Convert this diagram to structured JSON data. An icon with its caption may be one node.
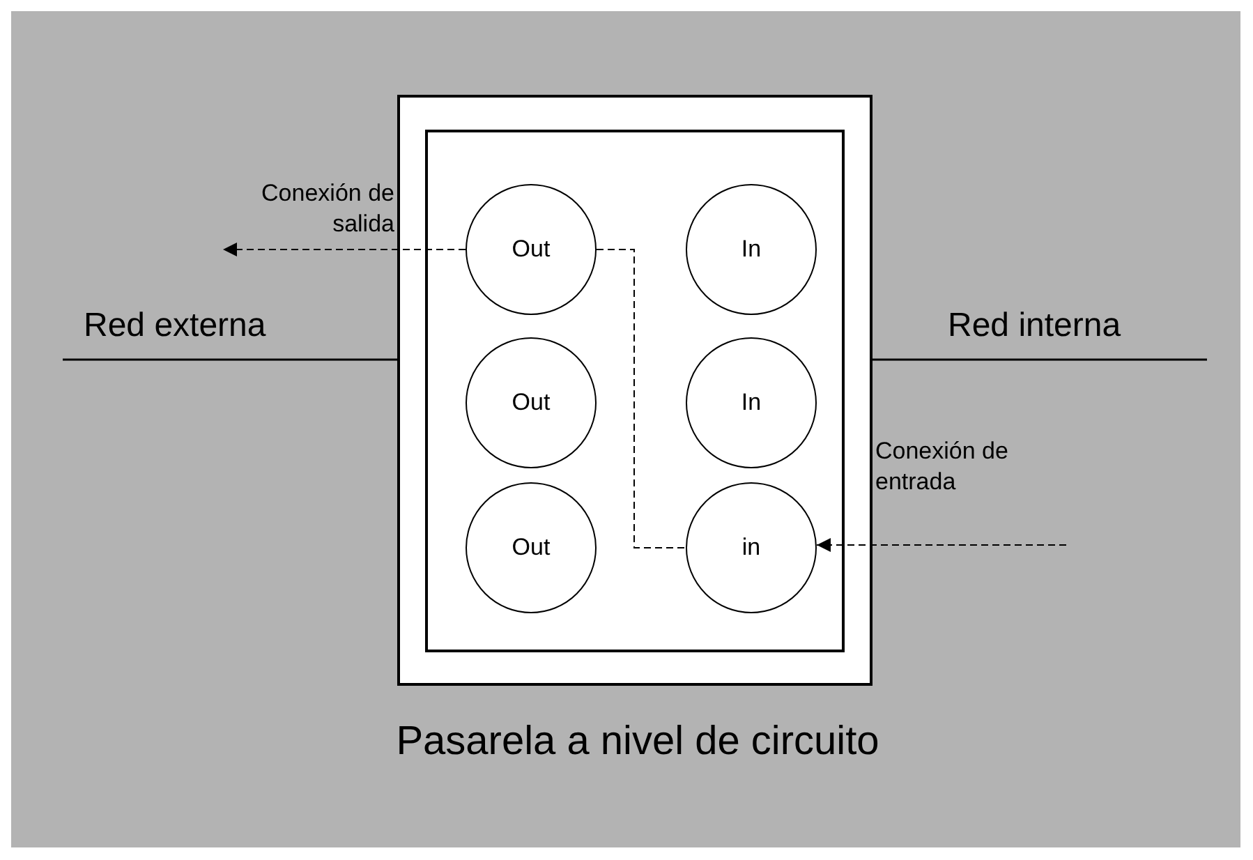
{
  "diagram": {
    "nodes": [
      {
        "text": [
          "Pasarela a nivel de circuito"
        ]
      },
      {
        "text": [],
        "shape": "box",
        "in": 0
      },
      {
        "text": [
          "Out"
        ],
        "in": 1
      },
      {
        "text": [
          "In"
        ],
        "in": 1
      },
      {
        "text": [
          "Out"
        ],
        "in": 1
      },
      {
        "text": [
          "In"
        ],
        "in": 1
      },
      {
        "text": [
          "Out"
        ],
        "in": 1
      },
      {
        "text": [
          "in"
        ],
        "in": 1
      }
    ],
    "edges": [
      {
        "from": 2,
        "to": null,
        "arrow": "to",
        "style": "dashed",
        "label": "Conexión de salida"
      },
      {
        "from": 2,
        "to": 7,
        "arrow": "none",
        "style": "dashed"
      },
      {
        "from": null,
        "to": 7,
        "arrow": "to",
        "style": "dashed",
        "label": "Conexión de entrada"
      },
      {
        "from": null,
        "to": 0,
        "arrow": "none",
        "label": "Red externa"
      },
      {
        "from": null,
        "to": 0,
        "arrow": "none",
        "label": "Red interna"
      }
    ]
  }
}
